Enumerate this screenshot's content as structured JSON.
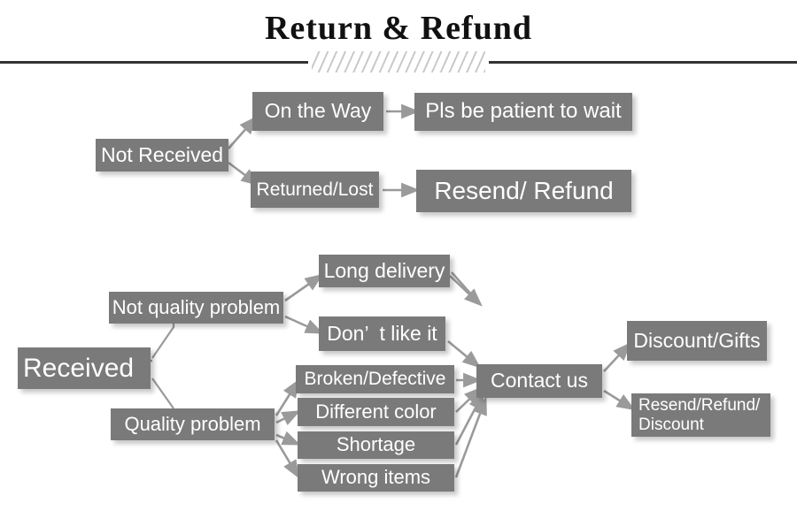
{
  "header": {
    "title": "Return & Refund",
    "divider_icon": "hatched-divider"
  },
  "colors": {
    "box_fill": "#7a7a7a",
    "box_text": "#ffffff",
    "arrow": "#9a9a9a",
    "rule": "#333333",
    "hatch": "#c9c9c9",
    "background": "#ffffff"
  },
  "flow": {
    "not_received": {
      "root": "Not Received",
      "branches": [
        {
          "label": "On the Way",
          "result": "Pls be patient to wait"
        },
        {
          "label": "Returned/Lost",
          "result": "Resend/ Refund"
        }
      ]
    },
    "received": {
      "root": "Received",
      "not_quality": {
        "label": "Not quality problem",
        "reasons": [
          "Long delivery",
          "Don’  t like it"
        ]
      },
      "quality": {
        "label": "Quality problem",
        "reasons": [
          "Broken/Defective",
          "Different color",
          "Shortage",
          "Wrong items"
        ]
      },
      "contact": "Contact us",
      "outcomes": [
        "Discount/Gifts",
        "Resend/Refund/\nDiscount"
      ]
    }
  }
}
